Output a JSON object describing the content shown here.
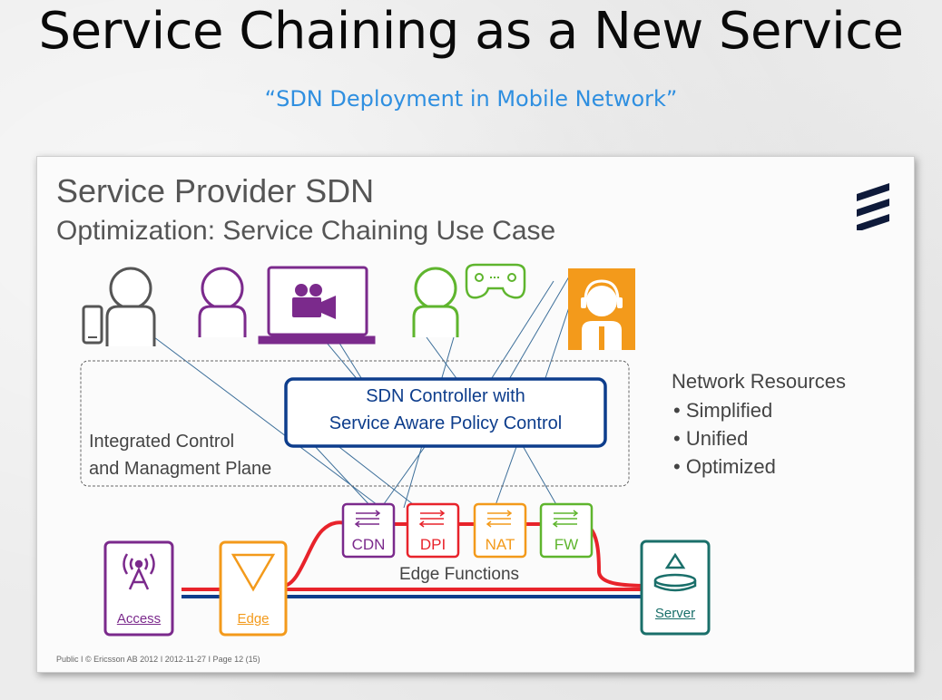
{
  "title": "Service Chaining as a New Service",
  "subtitle": "“SDN Deployment in Mobile Network”",
  "slide": {
    "title": "Service Provider SDN",
    "subtitle": "Optimization: Service Chaining Use Case",
    "controller_line1": "SDN Controller with",
    "controller_line2": "Service Aware Policy Control",
    "plane_line1": "Integrated Control",
    "plane_line2": "and Managment Plane",
    "resources_title": "Network Resources",
    "resources_items": [
      "Simplified",
      "Unified",
      "Optimized"
    ],
    "functions": [
      "CDN",
      "DPI",
      "NAT",
      "FW"
    ],
    "edge_functions_label": "Edge Functions",
    "access_label": "Access",
    "edge_label": "Edge",
    "server_label": "Server",
    "footer": "Public  I  © Ericsson AB 2012  I  2012-11-27  I  Page 12 (15)"
  },
  "colors": {
    "purple": "#7b2a8c",
    "green": "#5fb52e",
    "orange": "#f39a1b",
    "red": "#e8232b",
    "blue": "#0d3d8c",
    "teal": "#1a6f6a",
    "subtitle_blue": "#2f8fe0"
  }
}
